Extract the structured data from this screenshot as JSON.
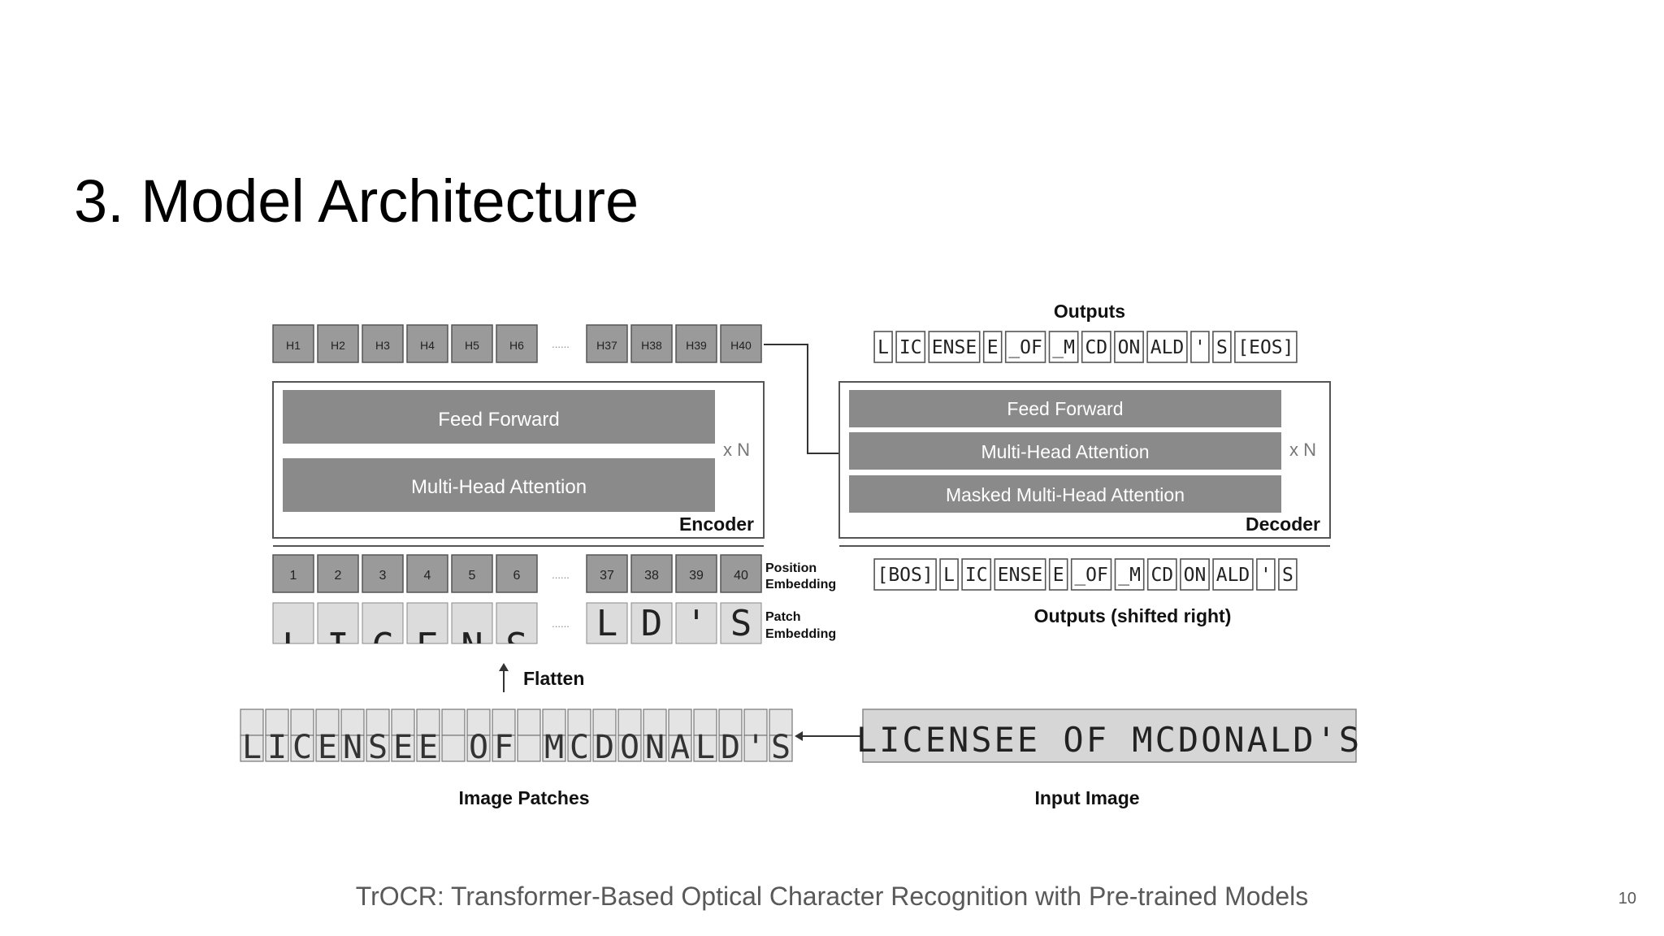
{
  "slide": {
    "title": "3. Model Architecture",
    "caption": "TrOCR: Transformer-Based Optical Character Recognition with Pre-trained Models",
    "page_number": "10"
  },
  "encoder": {
    "hidden_tokens": [
      "H1",
      "H2",
      "H3",
      "H4",
      "H5",
      "H6",
      "H37",
      "H38",
      "H39",
      "H40"
    ],
    "ellipsis": "......",
    "feed_forward": "Feed Forward",
    "attention": "Multi-Head Attention",
    "repeat": "x N",
    "label": "Encoder",
    "position_tokens": [
      "1",
      "2",
      "3",
      "4",
      "5",
      "6",
      "37",
      "38",
      "39",
      "40"
    ],
    "position_embedding_label": [
      "Position",
      "Embedding"
    ],
    "patch_embedding_label": [
      "Patch",
      "Embedding"
    ],
    "patch_glyphs_end": [
      "L",
      "D",
      "'",
      "S"
    ],
    "flatten_label": "Flatten"
  },
  "decoder": {
    "outputs_label": "Outputs",
    "output_tokens": [
      "L",
      "IC",
      "ENSE",
      "E",
      "_OF",
      "_M",
      "CD",
      "ON",
      "ALD",
      "'",
      "S",
      "[EOS]"
    ],
    "feed_forward": "Feed Forward",
    "attention": "Multi-Head Attention",
    "masked_attention": "Masked Multi-Head Attention",
    "repeat": "x N",
    "label": "Decoder",
    "input_tokens": [
      "[BOS]",
      "L",
      "IC",
      "ENSE",
      "E",
      "_OF",
      "_M",
      "CD",
      "ON",
      "ALD",
      "'",
      "S"
    ],
    "shifted_label": "Outputs (shifted right)"
  },
  "input": {
    "patch_letters": [
      "L",
      "I",
      "C",
      "E",
      "N",
      "S",
      "E",
      "E",
      "",
      "O",
      "F",
      "",
      "M",
      "C",
      "D",
      "O",
      "N",
      "A",
      "L",
      "D",
      "'",
      "S"
    ],
    "image_text": "LICENSEE OF MCDONALD'S",
    "image_patches_label": "Image Patches",
    "input_image_label": "Input Image"
  },
  "colors": {
    "block_fill": "#8a8a8a",
    "block_text": "#ffffff",
    "token_fill": "#9a9a9a",
    "line": "#3a3a3a",
    "label": "#111111"
  }
}
